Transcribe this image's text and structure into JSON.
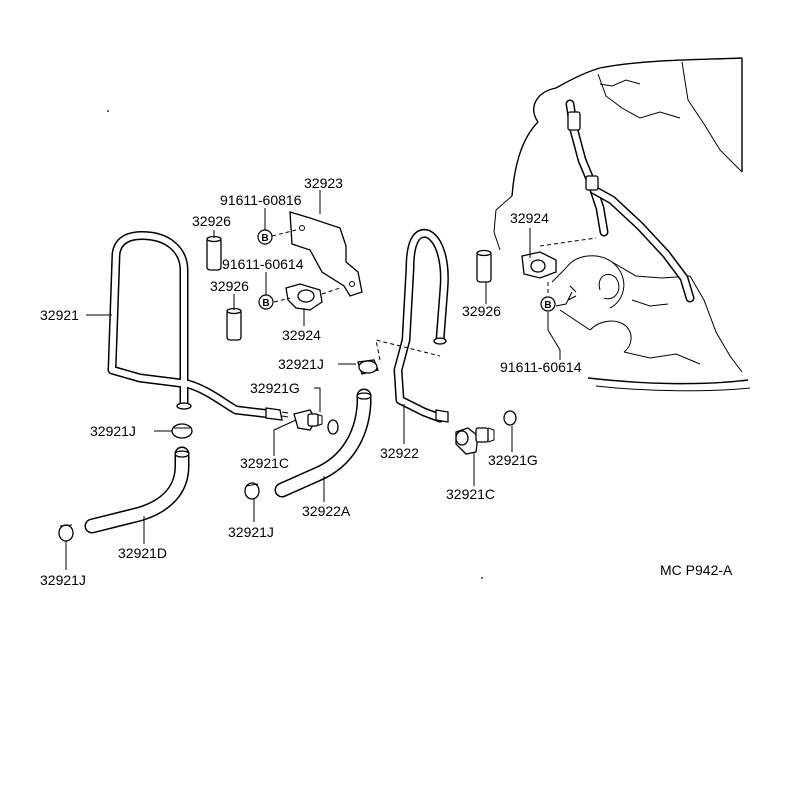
{
  "diagram": {
    "code": "MC  P942-A",
    "bolt_marker": "B",
    "callouts": [
      {
        "id": "c-32921-left",
        "text": "32921"
      },
      {
        "id": "c-32926-top",
        "text": "32926"
      },
      {
        "id": "c-91611-60816",
        "text": "91611-60816"
      },
      {
        "id": "c-32923",
        "text": "32923"
      },
      {
        "id": "c-91611-60614-left",
        "text": "91611-60614"
      },
      {
        "id": "c-32926-mid",
        "text": "32926"
      },
      {
        "id": "c-32924-left",
        "text": "32924"
      },
      {
        "id": "c-32921J-upper",
        "text": "32921J"
      },
      {
        "id": "c-32921G-left",
        "text": "32921G"
      },
      {
        "id": "c-32921J-mid",
        "text": "32921J"
      },
      {
        "id": "c-32921C-left",
        "text": "32921C"
      },
      {
        "id": "c-32921J-bottom-mid",
        "text": "32921J"
      },
      {
        "id": "c-32922A",
        "text": "32922A"
      },
      {
        "id": "c-32921D",
        "text": "32921D"
      },
      {
        "id": "c-32921J-bottom-left",
        "text": "32921J"
      },
      {
        "id": "c-32922",
        "text": "32922"
      },
      {
        "id": "c-32921C-right",
        "text": "32921C"
      },
      {
        "id": "c-32921G-right",
        "text": "32921G"
      },
      {
        "id": "c-32924-right",
        "text": "32924"
      },
      {
        "id": "c-32926-right",
        "text": "32926"
      },
      {
        "id": "c-91611-60614-right",
        "text": "91611-60614"
      }
    ]
  }
}
